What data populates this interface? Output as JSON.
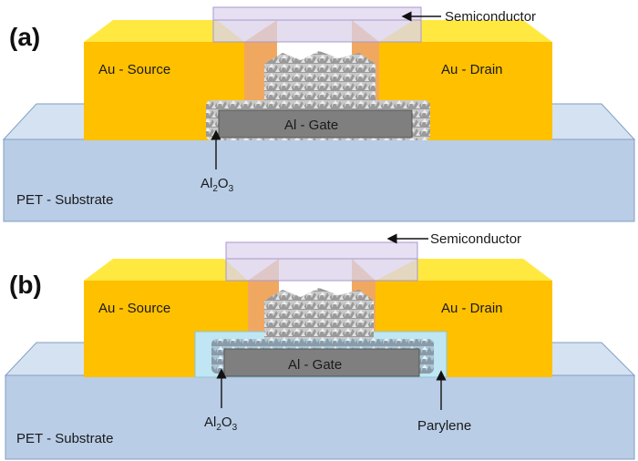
{
  "panels": [
    {
      "tag": "(a)",
      "source": "Au - Source",
      "drain": "Au - Drain",
      "gate": "Al - Gate",
      "semiconductor": "Semiconductor",
      "substrate": "PET - Substrate",
      "oxide": {
        "main": "Al",
        "sub1": "2",
        "mid": "O",
        "sub2": "3"
      }
    },
    {
      "tag": "(b)",
      "source": "Au - Source",
      "drain": "Au - Drain",
      "gate": "Al - Gate",
      "semiconductor": "Semiconductor",
      "substrate": "PET - Substrate",
      "oxide": {
        "main": "Al",
        "sub1": "2",
        "mid": "O",
        "sub2": "3"
      },
      "parylene": "Parylene"
    }
  ],
  "colors": {
    "substrate_front": "#b9cde6",
    "substrate_top": "#d5e2f1",
    "gold_front": "#ffc000",
    "gold_top": "#ffe840",
    "gold_inner": "#f0a860",
    "gate": "#7f7f7f",
    "semiconductor": "#d9d2ea",
    "parylene": "#bfe6f2"
  }
}
